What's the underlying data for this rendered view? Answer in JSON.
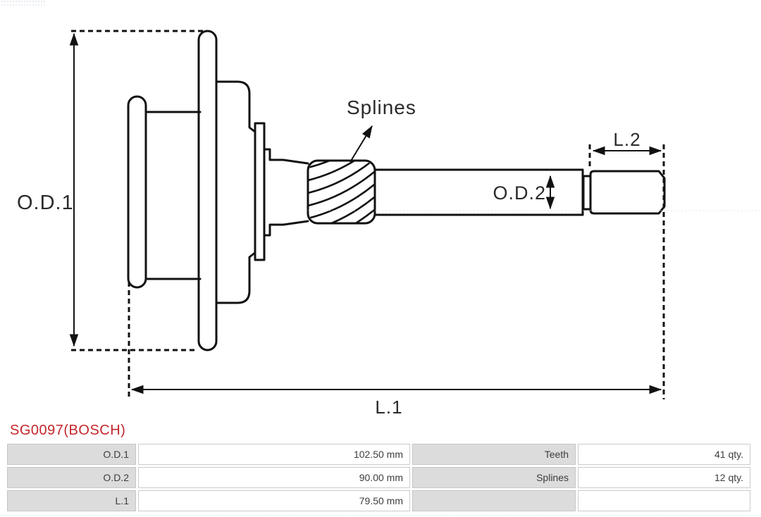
{
  "part": {
    "number": "SG0097(BOSCH)"
  },
  "diagram": {
    "type": "starter-drive-pinion-technical-drawing",
    "labels": {
      "od1": "O.D.1",
      "od2": "O.D.2",
      "l1": "L.1",
      "l2": "L.2",
      "splines": "Splines"
    }
  },
  "specs": {
    "rows": [
      {
        "label_left": "O.D.1",
        "value_left": "102.50 mm",
        "label_right": "Teeth",
        "value_right": "41 qty."
      },
      {
        "label_left": "O.D.2",
        "value_left": "90.00 mm",
        "label_right": "Splines",
        "value_right": "12 qty."
      },
      {
        "label_left": "L.1",
        "value_left": "79.50 mm",
        "label_right": "",
        "value_right": ""
      }
    ]
  },
  "colors": {
    "accent": "#c3262b",
    "line": "#121212",
    "label_cell_bg": "#dcdcdc",
    "cell_border": "#c6c6c6",
    "cell_text": "#3d3d3d"
  }
}
